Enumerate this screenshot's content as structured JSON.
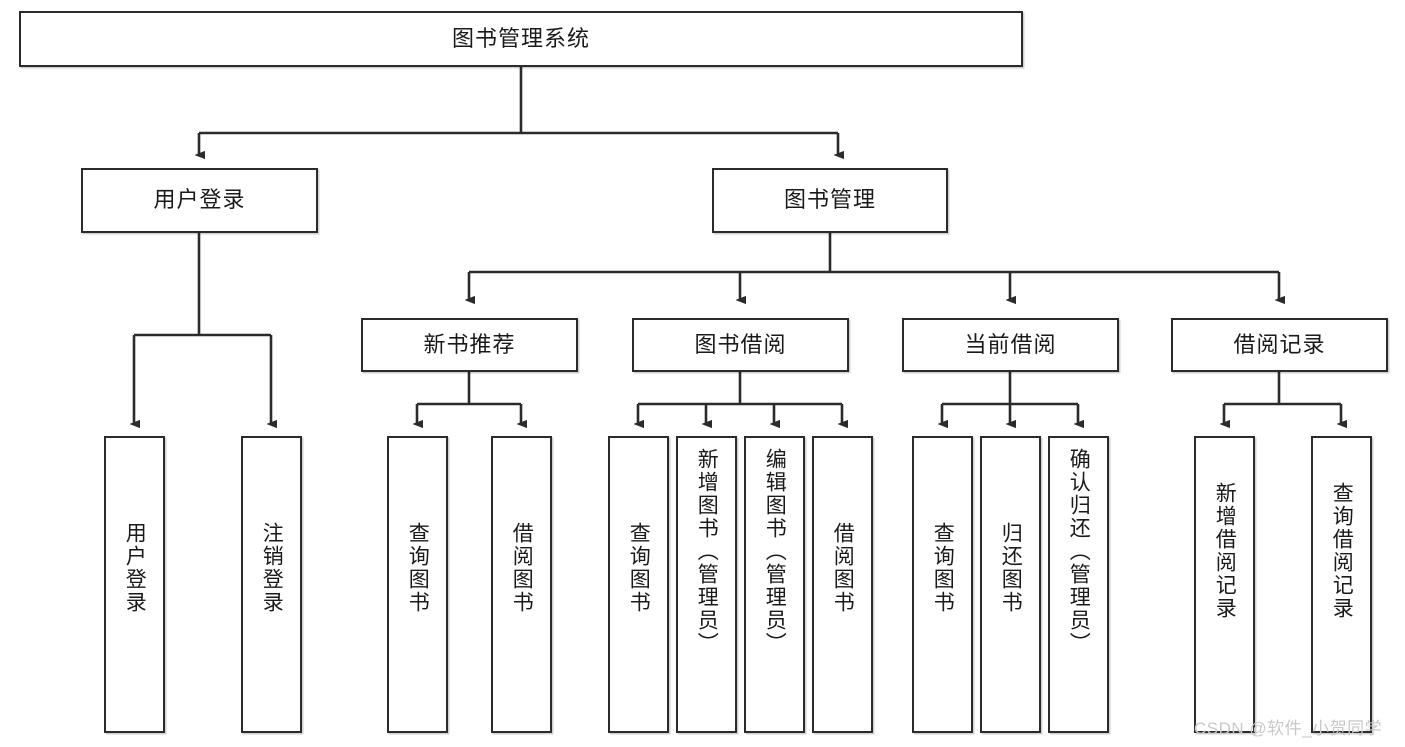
{
  "diagram": {
    "type": "tree-hierarchy-diagram",
    "title": "图书管理系统",
    "root": {
      "id": "root",
      "label": "图书管理系统"
    },
    "level2": [
      {
        "id": "user-login",
        "label": "用户登录"
      },
      {
        "id": "book-manage",
        "label": "图书管理"
      }
    ],
    "level3": [
      {
        "id": "new-book-rec",
        "label": "新书推荐",
        "parent": "book-manage"
      },
      {
        "id": "book-borrow",
        "label": "图书借阅",
        "parent": "book-manage"
      },
      {
        "id": "current-borrow",
        "label": "当前借阅",
        "parent": "book-manage"
      },
      {
        "id": "borrow-record",
        "label": "借阅记录",
        "parent": "book-manage"
      }
    ],
    "leaves": [
      {
        "id": "leaf-user-login",
        "label": "用户登录",
        "parent": "user-login"
      },
      {
        "id": "leaf-logout",
        "label": "注销登录",
        "parent": "user-login"
      },
      {
        "id": "leaf-query-book-1",
        "label": "查询图书",
        "parent": "new-book-rec"
      },
      {
        "id": "leaf-borrow-book-1",
        "label": "借阅图书",
        "parent": "new-book-rec"
      },
      {
        "id": "leaf-query-book-2",
        "label": "查询图书",
        "parent": "book-borrow"
      },
      {
        "id": "leaf-add-book",
        "label": "新增图书（管理员）",
        "parent": "book-borrow"
      },
      {
        "id": "leaf-edit-book",
        "label": "编辑图书（管理员）",
        "parent": "book-borrow"
      },
      {
        "id": "leaf-borrow-book-2",
        "label": "借阅图书",
        "parent": "book-borrow"
      },
      {
        "id": "leaf-query-book-3",
        "label": "查询图书",
        "parent": "current-borrow"
      },
      {
        "id": "leaf-return-book",
        "label": "归还图书",
        "parent": "current-borrow"
      },
      {
        "id": "leaf-confirm-return",
        "label": "确认归还（管理员）",
        "parent": "current-borrow"
      },
      {
        "id": "leaf-add-record",
        "label": "新增借阅记录",
        "parent": "borrow-record"
      },
      {
        "id": "leaf-query-record",
        "label": "查询借阅记录",
        "parent": "borrow-record"
      }
    ],
    "colors": {
      "stroke": "#2b2b2b",
      "fill": "#ffffff",
      "text": "#1a1a1a",
      "watermark": "#c9c9c9"
    }
  },
  "watermark": {
    "text": "CSDN @软件_小贺同学"
  }
}
